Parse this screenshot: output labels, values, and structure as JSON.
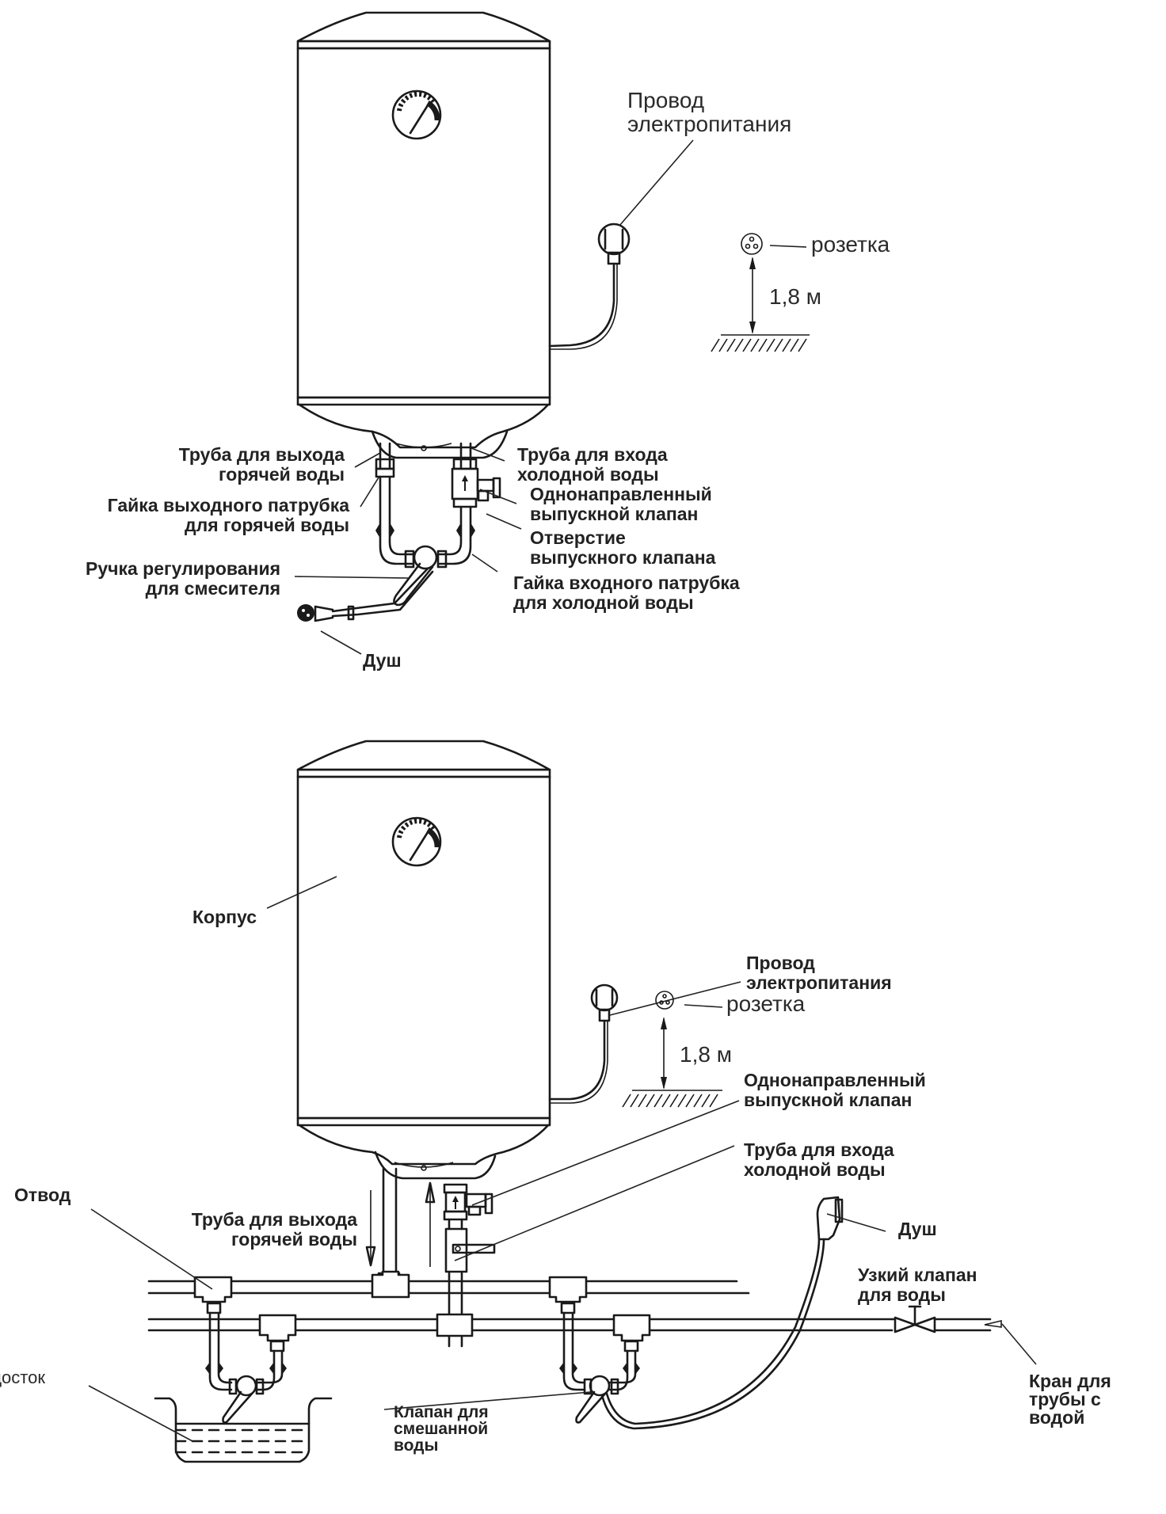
{
  "diagram": {
    "title": "Electric water heater installation diagrams",
    "top": {
      "power_cord": "Провод\nэлектропитания",
      "socket": "розетка",
      "height": "1,8 м",
      "hot_pipe": "Труба для выхода\nгорячей воды",
      "hot_nut": "Гайка выходного патрубка\nдля горячей воды",
      "mixer_handle": "Ручка регулирования\nдля смесителя",
      "shower": "Душ",
      "cold_pipe": "Труба для входа\nхолодной воды",
      "check_valve": "Однонаправленный\nвыпускной клапан",
      "valve_outlet": "Отверстие\nвыпускного клапана",
      "cold_nut": "Гайка входного патрубка\nдля холодной воды"
    },
    "bottom": {
      "body": "Корпус",
      "power_cord": "Провод\nэлектропитания",
      "socket": "розетка",
      "height": "1,8 м",
      "check_valve": "Однонаправленный\nвыпускной клапан",
      "cold_pipe": "Труба для входа\nхолодной воды",
      "branch": "Отвод",
      "hot_pipe": "Труба для выхода\nгорячей воды",
      "shower": "Душ",
      "narrow_valve": "Узкий клапан\nдля воды",
      "drain": "водосток",
      "mixed_valve": "Клапан для\nсмешанной\nводы",
      "supply_tap": "Кран для\nтрубы с\nводой"
    }
  }
}
